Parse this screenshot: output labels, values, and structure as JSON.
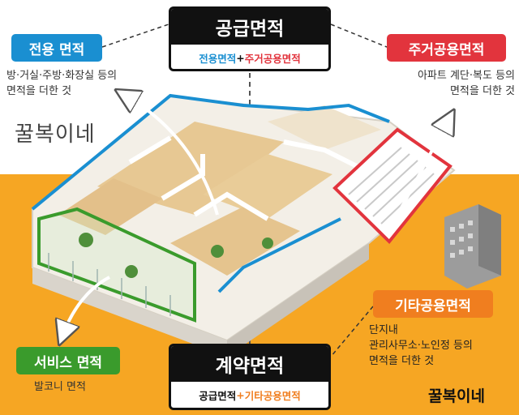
{
  "center_top": {
    "title": "공급면적",
    "part1": "전용면적",
    "plus": "+",
    "part2": "주거공용면적"
  },
  "center_bottom": {
    "title": "계약면적",
    "part1": "공급면적",
    "plus": "+",
    "part2": "기타공용면적"
  },
  "exclusive": {
    "label": "전용 면적",
    "desc_line1": "방·거실·주방·화장실 등의",
    "desc_line2": "면적을 더한 것",
    "color": "#1a8fd1"
  },
  "residential_common": {
    "label": "주거공용면적",
    "desc_line1": "아파트 계단·복도 등의",
    "desc_line2": "면적을 더한 것",
    "color": "#e2343d"
  },
  "service": {
    "label": "서비스 면적",
    "desc": "발코니 면적",
    "color": "#3a9b2c"
  },
  "other_common": {
    "label": "기타공용면적",
    "desc_line1": "단지내",
    "desc_line2": "관리사무소·노인정 등의",
    "desc_line3": "면적을 더한 것",
    "color": "#f07e1f"
  },
  "watermarks": {
    "top_left": "꿀복이네",
    "bottom_right": "꿀복이네"
  }
}
